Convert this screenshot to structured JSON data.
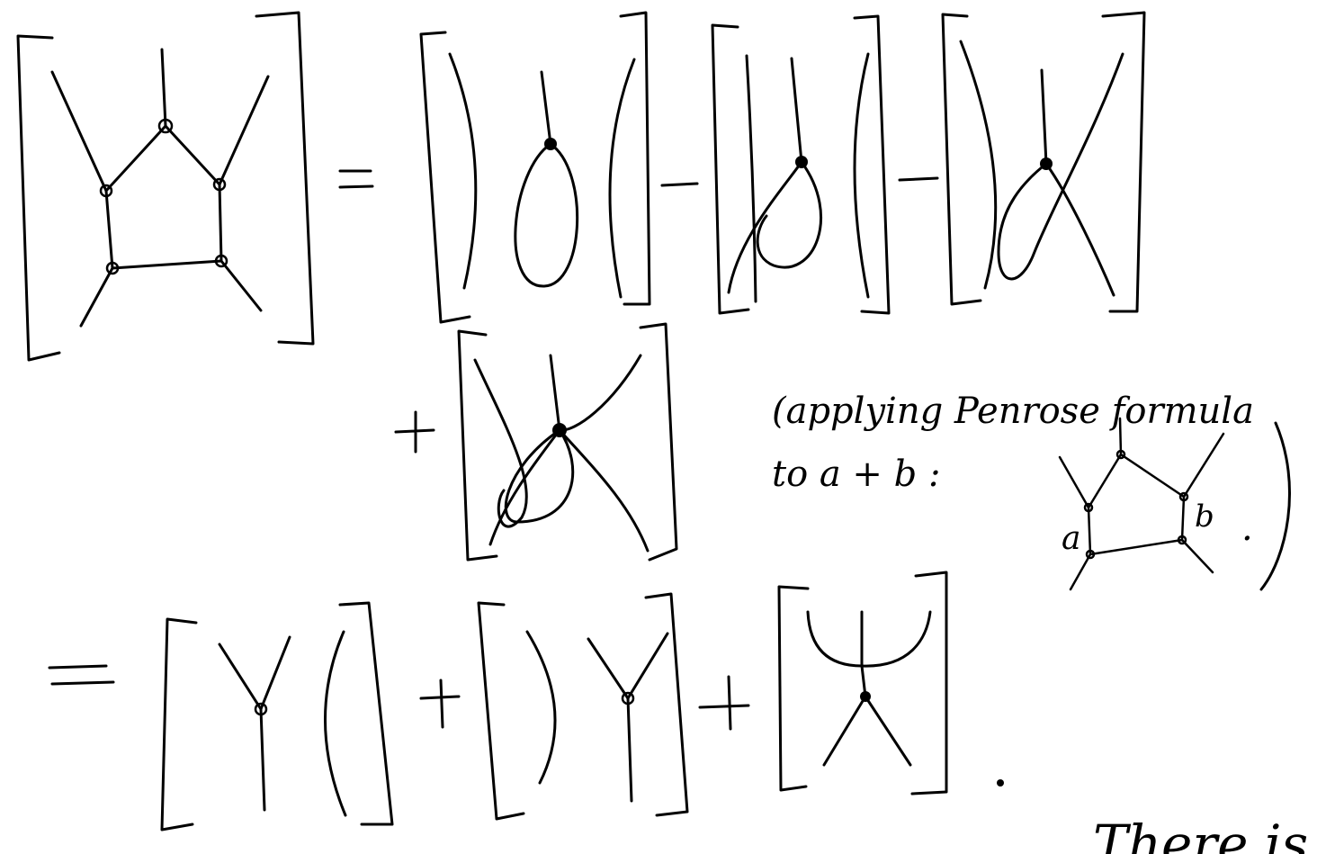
{
  "note": {
    "line1": "(applying Penrose formula",
    "line2": "to a + b :",
    "label_a": "a",
    "label_b": "b",
    "close": "."
  },
  "bottom_text": "There is no way",
  "operators": {
    "equals": "=",
    "minus": "−",
    "plus": "+"
  }
}
